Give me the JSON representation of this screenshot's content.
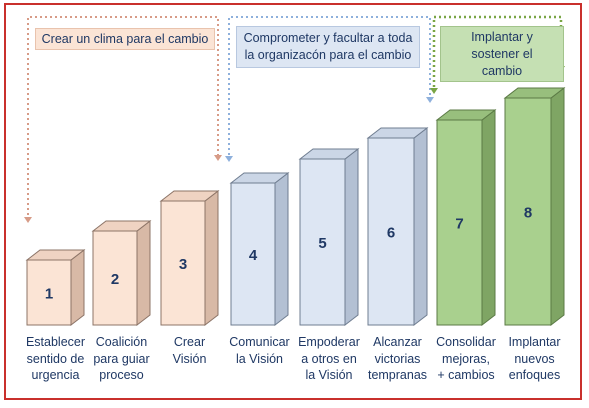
{
  "phases": [
    {
      "id": "p1",
      "label": "Crear un clima para el cambio"
    },
    {
      "id": "p2",
      "label_lines": [
        "Comprometer y facultar a toda",
        "la organizacón para el cambio"
      ]
    },
    {
      "id": "p3",
      "label_lines": [
        "Implantar y",
        "sostener el",
        "cambio"
      ]
    }
  ],
  "steps": [
    {
      "number": "1",
      "label_lines": [
        "Establecer",
        "sentido de",
        "urgencia"
      ],
      "phase": "p1"
    },
    {
      "number": "2",
      "label_lines": [
        "Coalición",
        "para guiar",
        "proceso"
      ],
      "phase": "p1"
    },
    {
      "number": "3",
      "label_lines": [
        "Crear",
        "Visión"
      ],
      "phase": "p1"
    },
    {
      "number": "4",
      "label_lines": [
        "Comunicar",
        "la Visión"
      ],
      "phase": "p2"
    },
    {
      "number": "5",
      "label_lines": [
        "Empoderar",
        "a otros en",
        "la Visión"
      ],
      "phase": "p2"
    },
    {
      "number": "6",
      "label_lines": [
        "Alcanzar",
        "victorias",
        "tempranas"
      ],
      "phase": "p2"
    },
    {
      "number": "7",
      "label_lines": [
        "Consolidar",
        "mejoras,",
        "+ cambios"
      ],
      "phase": "p3"
    },
    {
      "number": "8",
      "label_lines": [
        "Implantar",
        "nuevos",
        "enfoques"
      ],
      "phase": "p3"
    }
  ],
  "colors": {
    "p1": {
      "front": "#fbe4d5",
      "side": "#d8b9a6",
      "top": "#efd3c2",
      "edge": "#8c7467",
      "arrow": "#d79b87"
    },
    "p2": {
      "front": "#dde6f3",
      "side": "#b3c0d3",
      "top": "#cbd6e6",
      "edge": "#6f7d90",
      "arrow": "#8eb0dc"
    },
    "p3": {
      "front": "#a9d08e",
      "side": "#7fa564",
      "top": "#98bf7d",
      "edge": "#5b7a45",
      "arrow": "#79a544"
    },
    "text": "#1f3864",
    "frame": "#c9302c"
  }
}
